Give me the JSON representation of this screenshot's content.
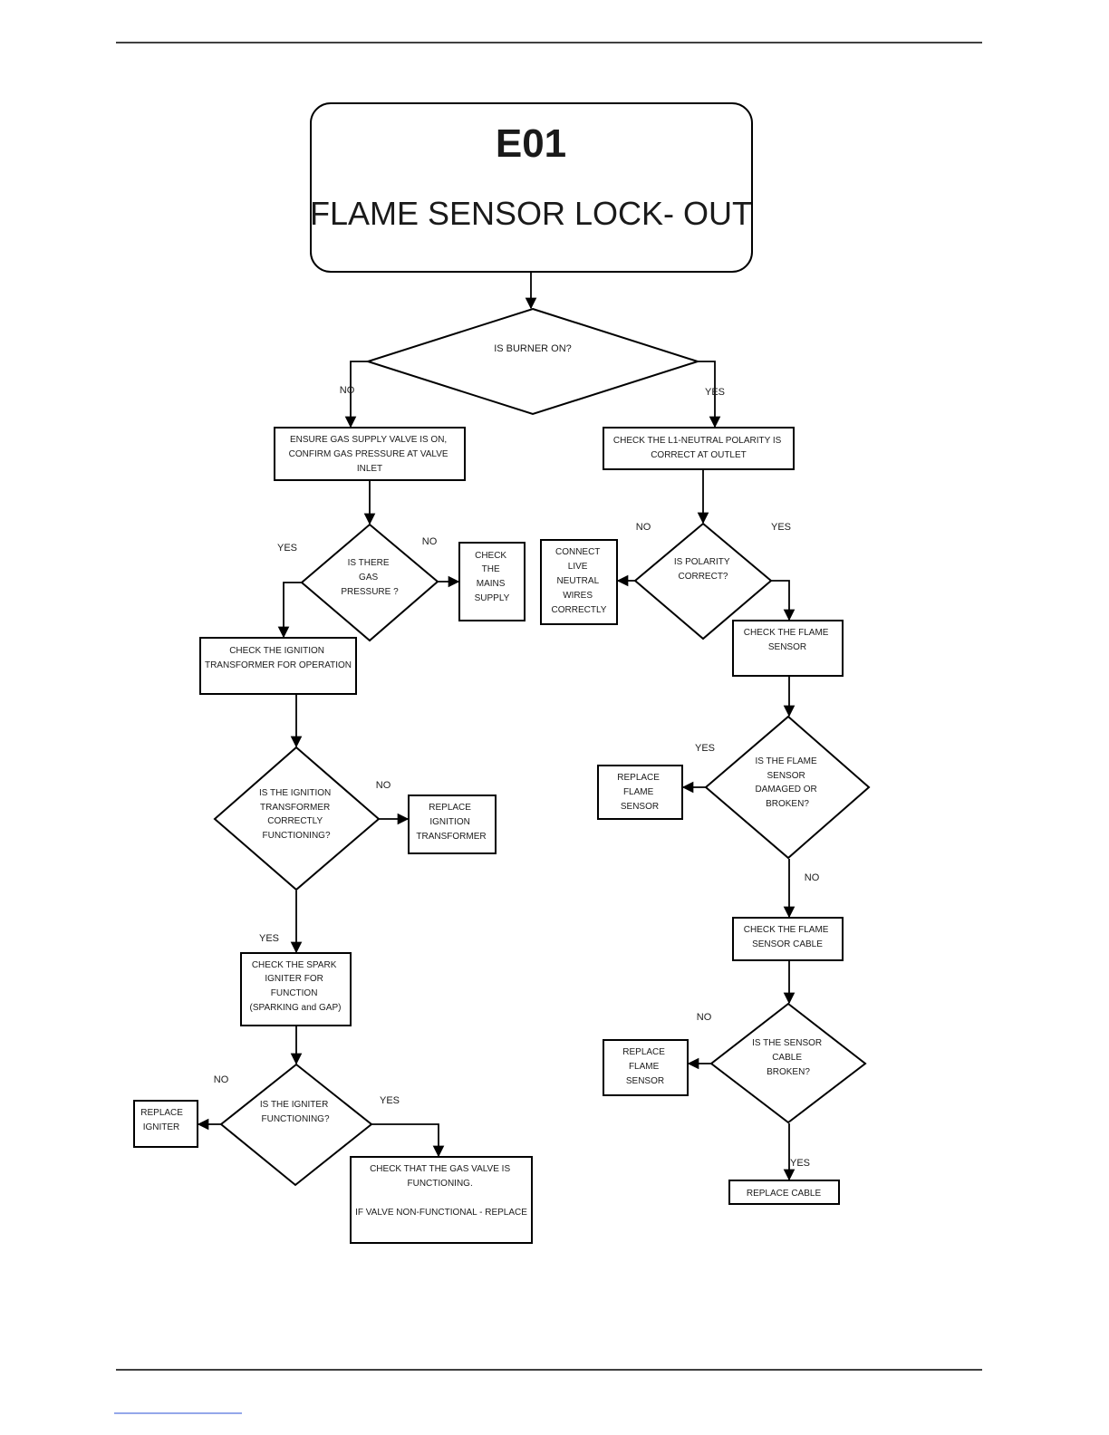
{
  "title": {
    "code": "E01",
    "name": "FLAME SENSOR LOCK- OUT"
  },
  "nodes": {
    "burner_on": "IS BURNER ON?",
    "ensure_gas": [
      "ENSURE GAS SUPPLY VALVE IS ON,",
      "CONFIRM GAS PRESSURE AT VALVE",
      "INLET"
    ],
    "check_polarity": [
      "CHECK THE L1-NEUTRAL POLARITY IS",
      "CORRECT AT OUTLET"
    ],
    "gas_pressure": [
      "IS THERE",
      "GAS",
      "PRESSURE ?"
    ],
    "check_mains": [
      "CHECK",
      "THE",
      "MAINS",
      "SUPPLY"
    ],
    "polarity_correct": [
      "IS POLARITY",
      "CORRECT?"
    ],
    "connect_wires": [
      "CONNECT",
      "LIVE",
      "NEUTRAL",
      "WIRES",
      "CORRECTLY"
    ],
    "check_transformer": [
      "CHECK THE IGNITION",
      "TRANSFORMER FOR OPERATION"
    ],
    "check_flame_sensor": [
      "CHECK THE FLAME",
      "SENSOR"
    ],
    "transformer_ok": [
      "IS THE IGNITION",
      "TRANSFORMER",
      "CORRECTLY",
      "FUNCTIONING?"
    ],
    "replace_transformer": [
      "REPLACE",
      "IGNITION",
      "TRANSFORMER"
    ],
    "sensor_damaged": [
      "IS THE FLAME",
      "SENSOR",
      "DAMAGED OR",
      "BROKEN?"
    ],
    "replace_sensor_1": [
      "REPLACE",
      "FLAME",
      "SENSOR"
    ],
    "check_spark": [
      "CHECK THE SPARK",
      "IGNITER FOR",
      "FUNCTION",
      "(SPARKING and GAP)"
    ],
    "check_sensor_cable": [
      "CHECK THE FLAME",
      "SENSOR CABLE"
    ],
    "igniter_ok": [
      "IS THE IGNITER",
      "FUNCTIONING?"
    ],
    "replace_igniter": [
      "REPLACE",
      "IGNITER"
    ],
    "check_gas_valve": [
      "CHECK THAT THE GAS VALVE IS",
      "FUNCTIONING.",
      "",
      "IF VALVE NON-FUNCTIONAL - REPLACE"
    ],
    "cable_broken": [
      "IS THE SENSOR",
      "CABLE",
      "BROKEN?"
    ],
    "replace_sensor_2": [
      "REPLACE",
      "FLAME",
      "SENSOR"
    ],
    "replace_cable": [
      "REPLACE CABLE"
    ]
  },
  "edge_labels": {
    "burner_no": "NO",
    "burner_yes": "YES",
    "pressure_yes": "YES",
    "pressure_no": "NO",
    "polarity_no": "NO",
    "polarity_yes": "YES",
    "transformer_no": "NO",
    "transformer_yes": "YES",
    "damaged_yes": "YES",
    "damaged_no": "NO",
    "igniter_no": "NO",
    "igniter_yes": "YES",
    "cable_no": "NO",
    "cable_yes": "YES"
  }
}
